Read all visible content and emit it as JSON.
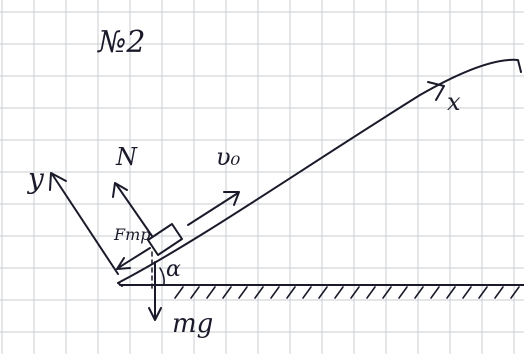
{
  "labels": {
    "problem_number": "№2",
    "x_axis": "x",
    "y_axis": "y",
    "normal_force": "N",
    "initial_velocity": "υ₀",
    "friction_force": "Fтр",
    "angle": "α",
    "gravity": "mg"
  },
  "colors": {
    "paper": "#ffffff",
    "grid": "#c9ccd2",
    "ink": "#1a1a2a"
  }
}
